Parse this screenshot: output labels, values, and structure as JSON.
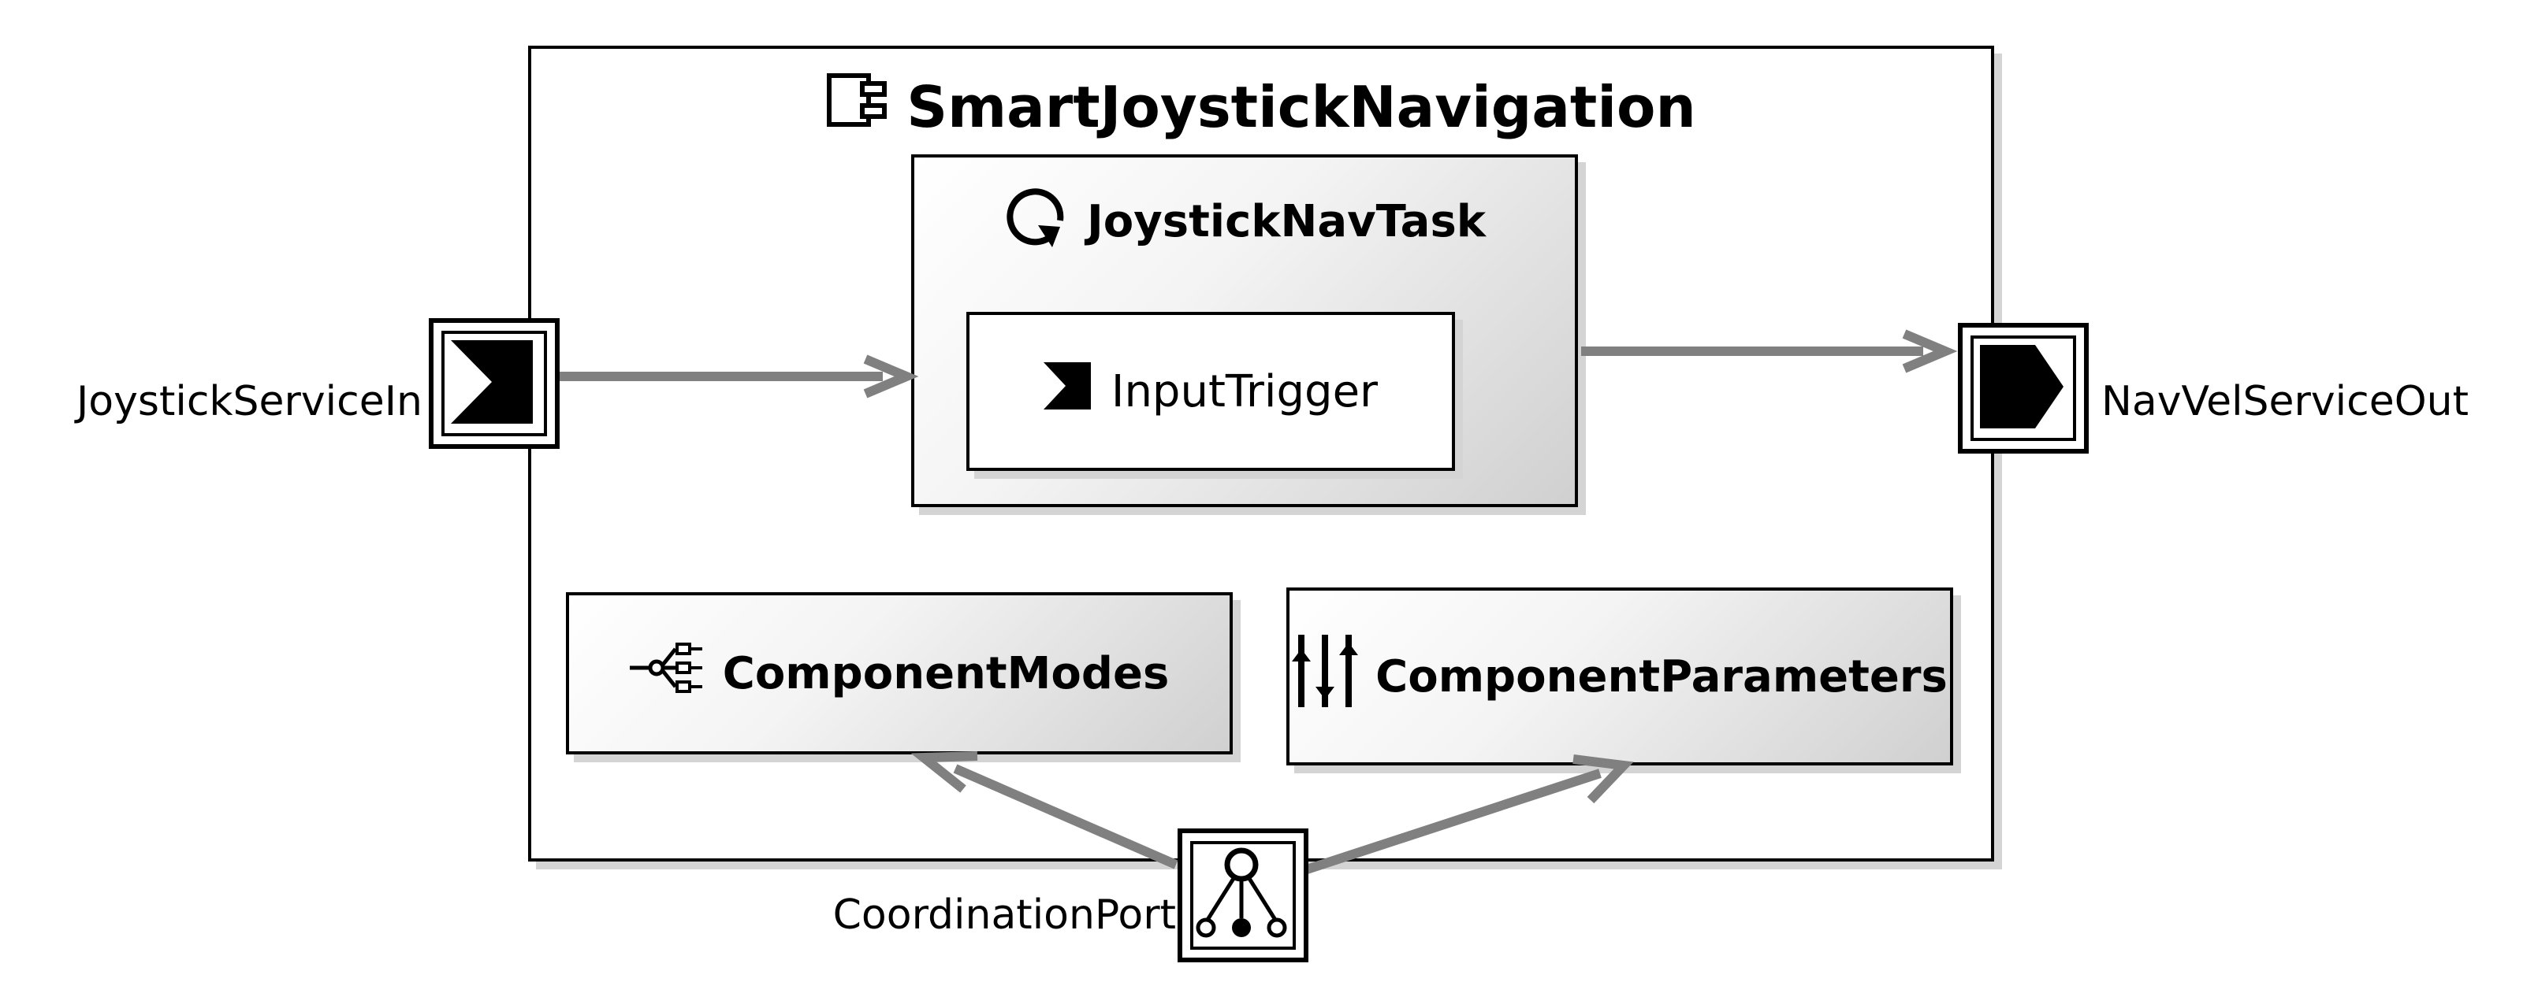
{
  "component": {
    "name": "SmartJoystickNavigation",
    "icon": "component-icon"
  },
  "task": {
    "name": "JoystickNavTask",
    "icon": "task-cycle-icon"
  },
  "input_trigger": {
    "name": "InputTrigger",
    "icon": "input-trigger-icon"
  },
  "modes": {
    "name": "ComponentModes",
    "icon": "state-machine-icon"
  },
  "parameters": {
    "name": "ComponentParameters",
    "icon": "sliders-icon"
  },
  "ports": {
    "input": {
      "label": "JoystickServiceIn",
      "icon": "input-port-icon"
    },
    "output": {
      "label": "NavVelServiceOut",
      "icon": "output-port-icon"
    },
    "coordination": {
      "label": "CoordinationPort",
      "icon": "coordination-port-icon"
    }
  },
  "colors": {
    "connector": "#808080",
    "border": "#000000",
    "shadow": "#d4d4d4"
  }
}
